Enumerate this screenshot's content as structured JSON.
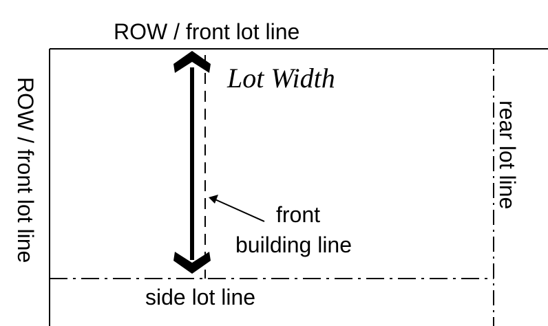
{
  "labels": {
    "top_front_lot_line": "ROW / front lot line",
    "left_front_lot_line": "ROW / front lot line",
    "lot_width": "Lot Width",
    "rear_lot_line": "rear lot line",
    "front_building_line_1": "front",
    "front_building_line_2": "building line",
    "side_lot_line": "side lot line"
  },
  "colors": {
    "line": "#000000",
    "background": "#ffffff"
  }
}
